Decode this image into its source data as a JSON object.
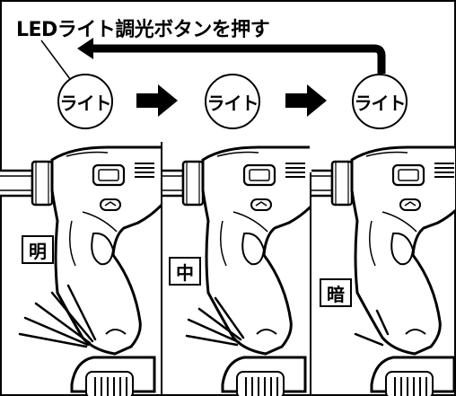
{
  "title": "LEDライト調光ボタンを押す",
  "buttons": [
    {
      "label": "ライト"
    },
    {
      "label": "ライト"
    },
    {
      "label": "ライト"
    }
  ],
  "levels": [
    {
      "label": "明"
    },
    {
      "label": "中"
    },
    {
      "label": "暗"
    }
  ],
  "colors": {
    "line": "#000000",
    "background": "#ffffff",
    "fill": "#ffffff"
  }
}
